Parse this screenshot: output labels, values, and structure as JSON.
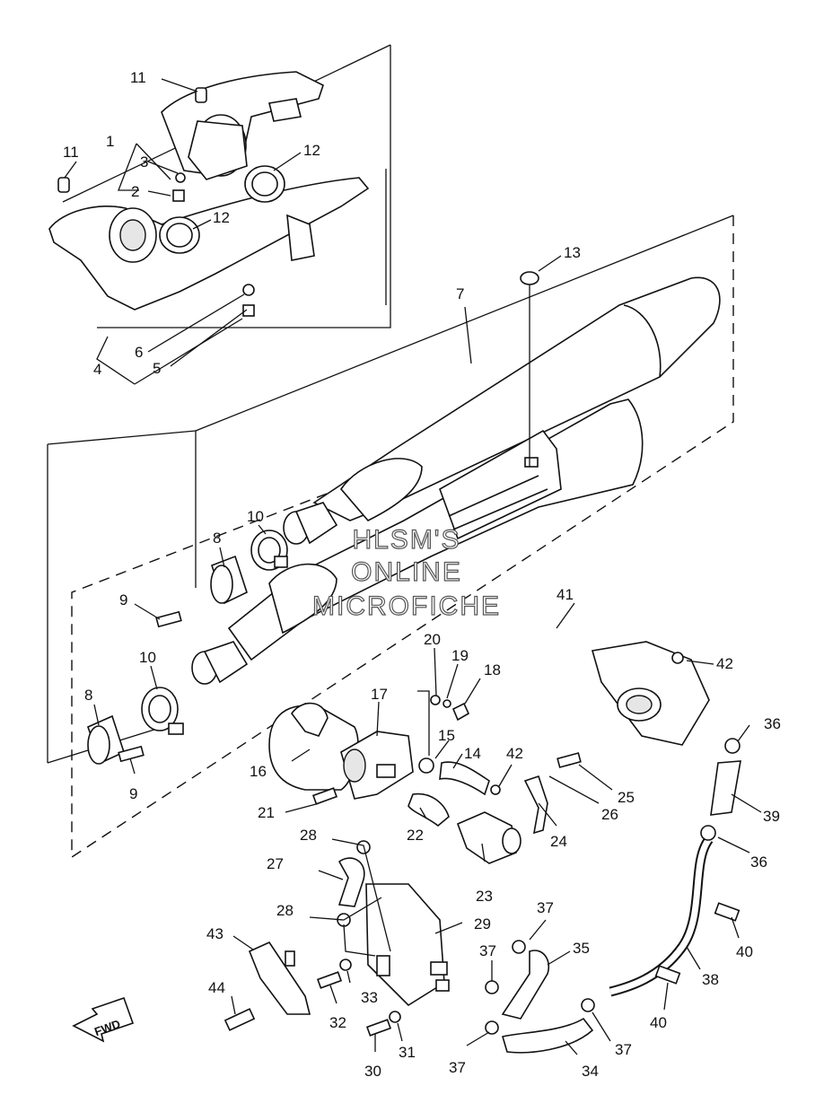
{
  "callouts": [
    {
      "num": "1"
    },
    {
      "num": "2"
    },
    {
      "num": "3"
    },
    {
      "num": "4"
    },
    {
      "num": "5"
    },
    {
      "num": "6"
    },
    {
      "num": "7"
    },
    {
      "num": "8"
    },
    {
      "num": "8"
    },
    {
      "num": "9"
    },
    {
      "num": "9"
    },
    {
      "num": "10"
    },
    {
      "num": "10"
    },
    {
      "num": "11"
    },
    {
      "num": "11"
    },
    {
      "num": "12"
    },
    {
      "num": "12"
    },
    {
      "num": "13"
    },
    {
      "num": "14"
    },
    {
      "num": "15"
    },
    {
      "num": "16"
    },
    {
      "num": "17"
    },
    {
      "num": "18"
    },
    {
      "num": "19"
    },
    {
      "num": "20"
    },
    {
      "num": "21"
    },
    {
      "num": "22"
    },
    {
      "num": "23"
    },
    {
      "num": "24"
    },
    {
      "num": "25"
    },
    {
      "num": "26"
    },
    {
      "num": "27"
    },
    {
      "num": "28"
    },
    {
      "num": "28"
    },
    {
      "num": "29"
    },
    {
      "num": "30"
    },
    {
      "num": "31"
    },
    {
      "num": "32"
    },
    {
      "num": "33"
    },
    {
      "num": "34"
    },
    {
      "num": "35"
    },
    {
      "num": "36"
    },
    {
      "num": "36"
    },
    {
      "num": "37"
    },
    {
      "num": "37"
    },
    {
      "num": "37"
    },
    {
      "num": "37"
    },
    {
      "num": "38"
    },
    {
      "num": "39"
    },
    {
      "num": "40"
    },
    {
      "num": "40"
    },
    {
      "num": "41"
    },
    {
      "num": "42"
    },
    {
      "num": "42"
    },
    {
      "num": "43"
    },
    {
      "num": "44"
    }
  ],
  "watermark": {
    "line1": "HLSM'S",
    "line2": "ONLINE",
    "line3": "MICROFICHE"
  },
  "fwd_label": "FWD",
  "colors": {
    "ink": "#111111",
    "paper": "#ffffff",
    "shade": "#e6e6e6"
  }
}
